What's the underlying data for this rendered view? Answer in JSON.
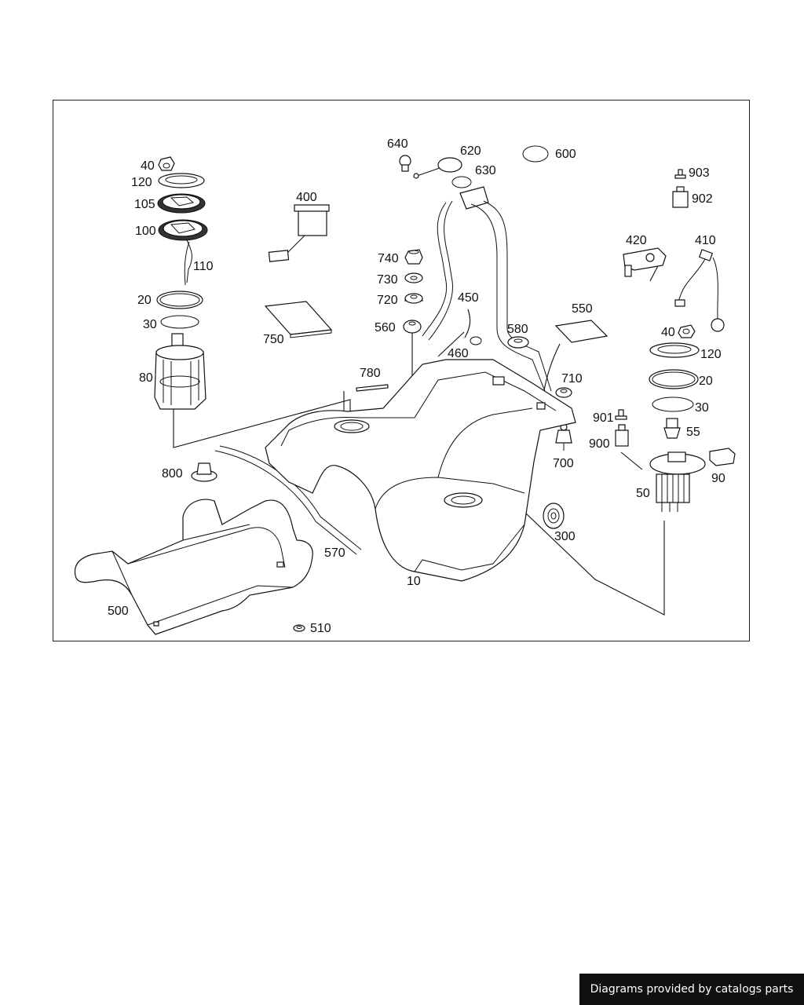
{
  "callouts": [
    {
      "id": "c40a",
      "text": "40"
    },
    {
      "id": "c120a",
      "text": "120"
    },
    {
      "id": "c105",
      "text": "105"
    },
    {
      "id": "c100",
      "text": "100"
    },
    {
      "id": "c110",
      "text": "110"
    },
    {
      "id": "c20a",
      "text": "20"
    },
    {
      "id": "c30a",
      "text": "30"
    },
    {
      "id": "c80",
      "text": "80"
    },
    {
      "id": "c400",
      "text": "400"
    },
    {
      "id": "c750",
      "text": "750"
    },
    {
      "id": "c640",
      "text": "640"
    },
    {
      "id": "c620",
      "text": "620"
    },
    {
      "id": "c630",
      "text": "630"
    },
    {
      "id": "c600",
      "text": "600"
    },
    {
      "id": "c740",
      "text": "740"
    },
    {
      "id": "c730",
      "text": "730"
    },
    {
      "id": "c720",
      "text": "720"
    },
    {
      "id": "c560",
      "text": "560"
    },
    {
      "id": "c450",
      "text": "450"
    },
    {
      "id": "c460",
      "text": "460"
    },
    {
      "id": "c580",
      "text": "580"
    },
    {
      "id": "c550",
      "text": "550"
    },
    {
      "id": "c903",
      "text": "903"
    },
    {
      "id": "c902",
      "text": "902"
    },
    {
      "id": "c420",
      "text": "420"
    },
    {
      "id": "c410",
      "text": "410"
    },
    {
      "id": "c40b",
      "text": "40"
    },
    {
      "id": "c120b",
      "text": "120"
    },
    {
      "id": "c20b",
      "text": "20"
    },
    {
      "id": "c30b",
      "text": "30"
    },
    {
      "id": "c55",
      "text": "55"
    },
    {
      "id": "c901",
      "text": "901"
    },
    {
      "id": "c900",
      "text": "900"
    },
    {
      "id": "c90",
      "text": "90"
    },
    {
      "id": "c50",
      "text": "50"
    },
    {
      "id": "c710",
      "text": "710"
    },
    {
      "id": "c700",
      "text": "700"
    },
    {
      "id": "c780",
      "text": "780"
    },
    {
      "id": "c800",
      "text": "800"
    },
    {
      "id": "c570",
      "text": "570"
    },
    {
      "id": "c300",
      "text": "300"
    },
    {
      "id": "c10",
      "text": "10"
    },
    {
      "id": "c500",
      "text": "500"
    },
    {
      "id": "c510",
      "text": "510"
    }
  ],
  "footer": {
    "text": "Diagrams provided by catalogs parts"
  }
}
